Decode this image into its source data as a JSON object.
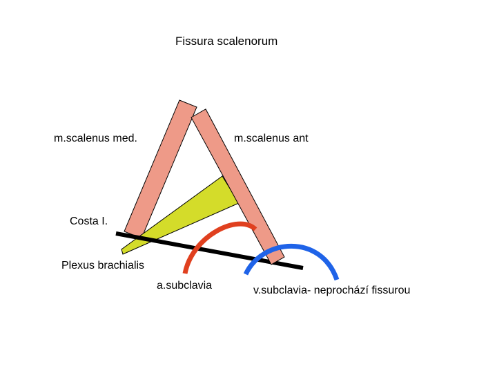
{
  "title": "Fissura scalenorum",
  "labels": {
    "scalenus_med": "m.scalenus med.",
    "scalenus_ant": "m.scalenus ant",
    "costa": "Costa I.",
    "plexus": "Plexus brachialis",
    "a_subclavia": "a.subclavia",
    "v_subclavia": "v.subclavia- neprochází fissurou"
  },
  "colors": {
    "muscle_fill": "#ee9a88",
    "muscle_stroke": "#000000",
    "plexus_fill": "#d4dc2a",
    "rib": "#000000",
    "artery": "#e0401f",
    "vein": "#1f63e8"
  }
}
